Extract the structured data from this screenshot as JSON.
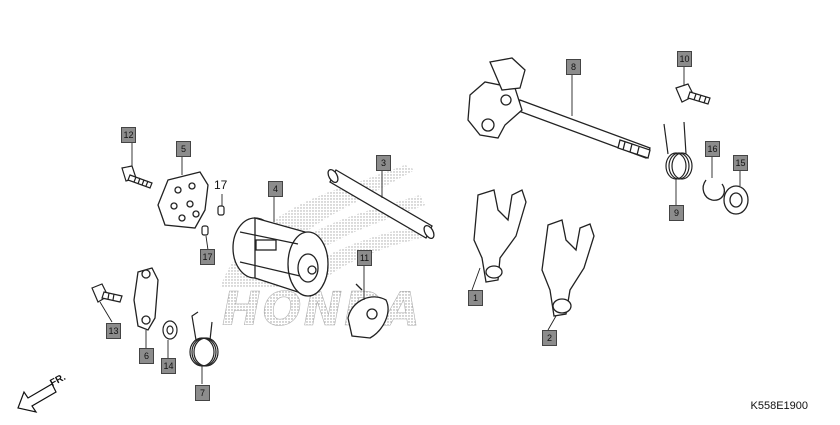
{
  "callouts": {
    "c1": "1",
    "c2": "2",
    "c3": "3",
    "c4": "4",
    "c5": "5",
    "c6": "6",
    "c7": "7",
    "c8": "8",
    "c9": "9",
    "c10": "10",
    "c11": "11",
    "c12": "12",
    "c13": "13",
    "c14": "14",
    "c15": "15",
    "c16": "16",
    "c17": "17",
    "c17_plain": "17"
  },
  "watermark": "HONDA",
  "direction_label": "FR.",
  "diagram_code": "K558E1900"
}
